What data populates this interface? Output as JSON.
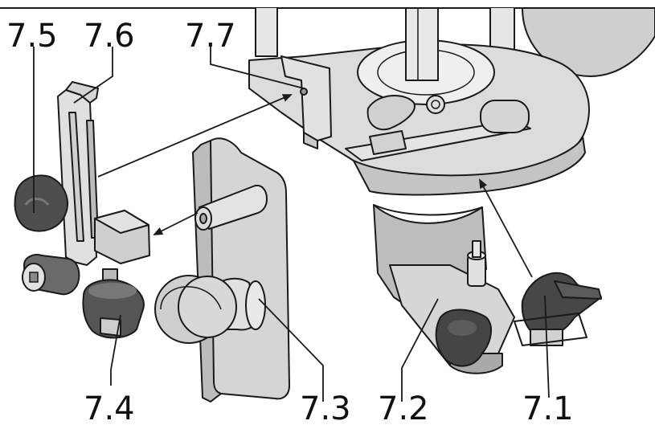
{
  "callouts": {
    "c7_1": "7.1",
    "c7_2": "7.2",
    "c7_3": "7.3",
    "c7_4": "7.4",
    "c7_5": "7.5",
    "c7_6": "7.6",
    "c7_7": "7.7"
  },
  "colors": {
    "line": "#1a1a1a",
    "part_light": "#d9d9d9",
    "part_mid": "#bdbdbd",
    "knob_dark": "#4a4a4a",
    "knob_darker": "#333333",
    "background": "#ffffff"
  }
}
